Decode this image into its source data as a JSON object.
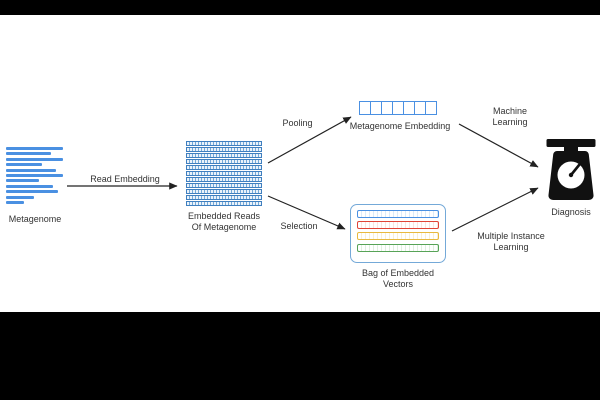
{
  "colors": {
    "accent_blue": "#4a90e2",
    "bar_red": "#e04438",
    "bar_yellow": "#e8b93e",
    "bar_green": "#57a357",
    "text": "#333333"
  },
  "nodes": {
    "metagenome": {
      "label": "Metagenome"
    },
    "embedded_reads": {
      "label": [
        "Embedded Reads",
        "Of Metagenome"
      ]
    },
    "metagenome_embedding": {
      "label": "Metagenome Embedding"
    },
    "bag_of_embedded_vectors": {
      "label": [
        "Bag of Embedded",
        "Vectors"
      ]
    },
    "diagnosis": {
      "label": "Diagnosis"
    }
  },
  "edges": {
    "read_embedding": {
      "label": "Read Embedding"
    },
    "pooling": {
      "label": "Pooling"
    },
    "selection": {
      "label": "Selection"
    },
    "machine_learning": {
      "label": [
        "Machine",
        "Learning"
      ]
    },
    "multiple_instance_learning": {
      "label": [
        "Multiple Instance",
        "Learning"
      ]
    }
  }
}
